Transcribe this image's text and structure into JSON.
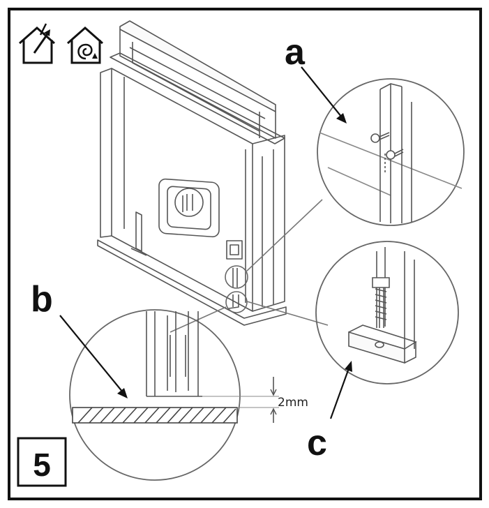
{
  "step_number": "5",
  "callouts": {
    "a": "a",
    "b": "b",
    "c": "c"
  },
  "dimension_label": "2mm",
  "mode_icons": [
    "house-exhaust-icon",
    "house-recirculation-icon"
  ],
  "colors": {
    "line": "#111111",
    "drawing_gray": "#555555",
    "background": "#ffffff"
  }
}
